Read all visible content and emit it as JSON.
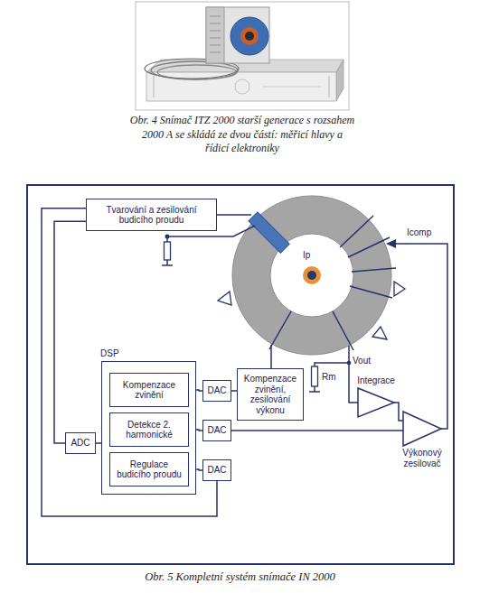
{
  "diagram": {
    "caption": "Obr. 5 Kompletní systém snímače IN 2000",
    "nodes": [
      {
        "text": [
          "Tvarování a zesilování budicího proudu"
        ]
      },
      {
        "text": [
          "DSP"
        ]
      },
      {
        "text": [
          "Kompenzace zvinění"
        ],
        "in": 1
      },
      {
        "text": [
          "Detekce 2. harmonické"
        ],
        "in": 1
      },
      {
        "text": [
          "Regulace budicího proudu"
        ],
        "in": 1
      },
      {
        "text": [
          "ADC"
        ]
      },
      {
        "text": [
          "DAC"
        ]
      },
      {
        "text": [
          "DAC"
        ]
      },
      {
        "text": [
          "DAC"
        ]
      },
      {
        "text": [
          "Kompenzace zvinění, zesilování výkonu"
        ]
      },
      {
        "text": [
          "Integrace"
        ]
      },
      {
        "text": [
          "Výkonový zesilovač"
        ]
      }
    ],
    "edges": [
      {
        "from": 0,
        "to": 5,
        "arrow": "none"
      },
      {
        "from": 8,
        "to": 0,
        "arrow": "none"
      },
      {
        "from": 5,
        "to": 1,
        "arrow": "none"
      },
      {
        "from": 2,
        "to": 6,
        "arrow": "none"
      },
      {
        "from": 3,
        "to": 7,
        "arrow": "none"
      },
      {
        "from": 4,
        "to": 8,
        "arrow": "none"
      },
      {
        "from": 6,
        "to": 9,
        "arrow": "none"
      },
      {
        "from": 7,
        "to": 11,
        "arrow": "none"
      },
      {
        "from": 10,
        "to": 11,
        "arrow": "none"
      }
    ],
    "labels": [
      "Obr. 4 Snímač ITZ 2000 starší generace s rozsahem 2000 A se skládá ze dvou částí: měřicí hlavy a řídicí elektroniky",
      "Ip",
      "Icomp",
      "Vout",
      "Rm"
    ]
  }
}
